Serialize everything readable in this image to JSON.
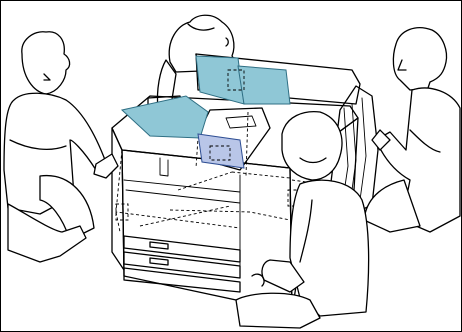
{
  "figure": {
    "frame_color": "#000000",
    "highlight_color": "#8fc7d6",
    "highlight_stroke": "#2f6f84",
    "line_color": "#000000",
    "background": "#ffffff"
  },
  "people": [
    "person-left",
    "person-back",
    "person-right",
    "person-front"
  ],
  "hand_grip_icons": [
    "grip-left",
    "grip-back-top",
    "grip-front-control-panel",
    "grip-right"
  ]
}
